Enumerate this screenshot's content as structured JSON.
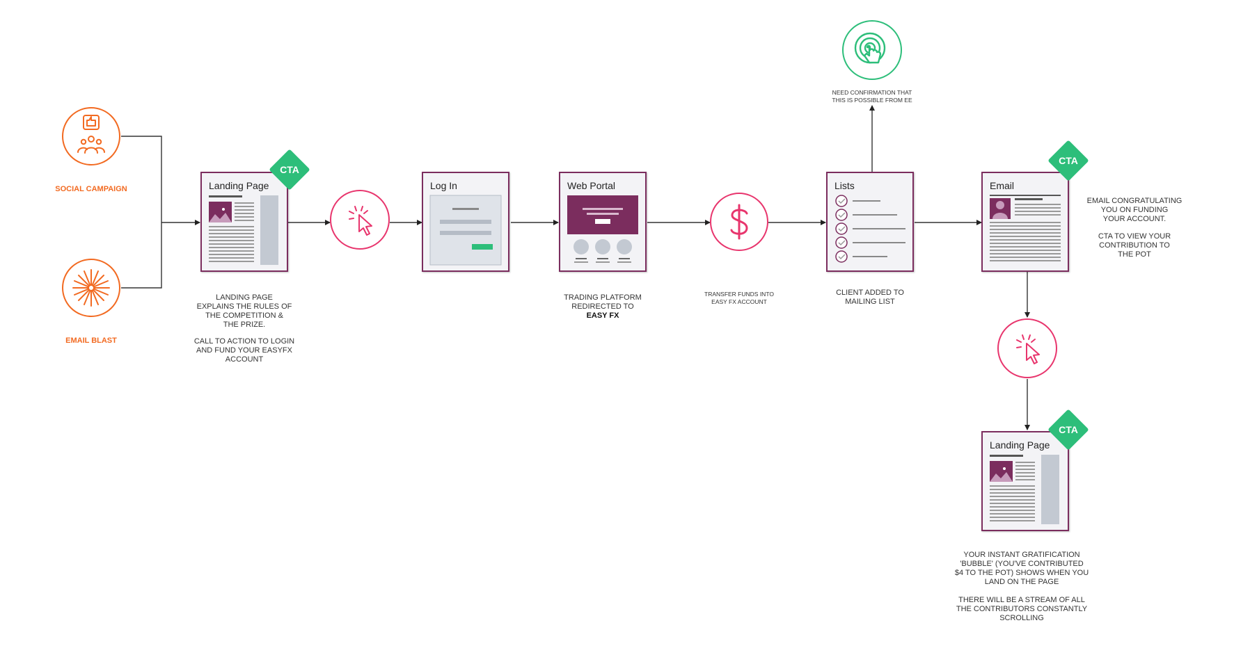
{
  "sources": {
    "social": {
      "label": "SOCIAL CAMPAIGN"
    },
    "email_blast": {
      "label": "EMAIL BLAST"
    }
  },
  "cards": {
    "landing1": {
      "title": "Landing Page"
    },
    "login": {
      "title": "Log In"
    },
    "portal": {
      "title": "Web Portal"
    },
    "lists": {
      "title": "Lists"
    },
    "email": {
      "title": "Email"
    },
    "landing2": {
      "title": "Landing Page"
    }
  },
  "cta": {
    "label": "CTA"
  },
  "captions": {
    "landing1_a": "LANDING PAGE\nEXPLAINS THE RULES OF\nTHE COMPETITION &\nTHE PRIZE.",
    "landing1_b": "CALL TO ACTION TO LOGIN\nAND FUND YOUR EASYFX\nACCOUNT",
    "portal_a": "TRADING PLATFORM\nREDIRECTED TO",
    "portal_b": "EASY FX",
    "transfer": "TRANSFER FUNDS INTO\nEASY FX ACCOUNT",
    "lists": "CLIENT ADDED TO\nMAILING LIST",
    "confirm": "NEED CONFIRMATION THAT\nTHIS IS POSSIBLE FROM EE",
    "email_a": "EMAIL CONGRATULATING\nYOU ON FUNDING\nYOUR ACCOUNT.",
    "email_b": "CTA TO VIEW YOUR\nCONTRIBUTION TO\nTHE POT",
    "landing2_a": "YOUR INSTANT GRATIFICATION\n'BUBBLE' (YOU'VE CONTRIBUTED\n$4 TO THE POT) SHOWS WHEN YOU\nLAND ON THE PAGE",
    "landing2_b": "THERE WILL BE A STREAM OF ALL\nTHE CONTRIBUTORS CONSTANTLY\nSCROLLING"
  },
  "icons": {
    "social": "thumbs-up-people-icon",
    "email_blast": "starburst-icon",
    "click": "cursor-click-icon",
    "dollar": "dollar-icon",
    "touch": "touch-icon"
  },
  "colors": {
    "orange": "#f26a21",
    "pink": "#e8356d",
    "green": "#2dbe7a",
    "purple": "#7b2d5e",
    "line": "#333333"
  }
}
